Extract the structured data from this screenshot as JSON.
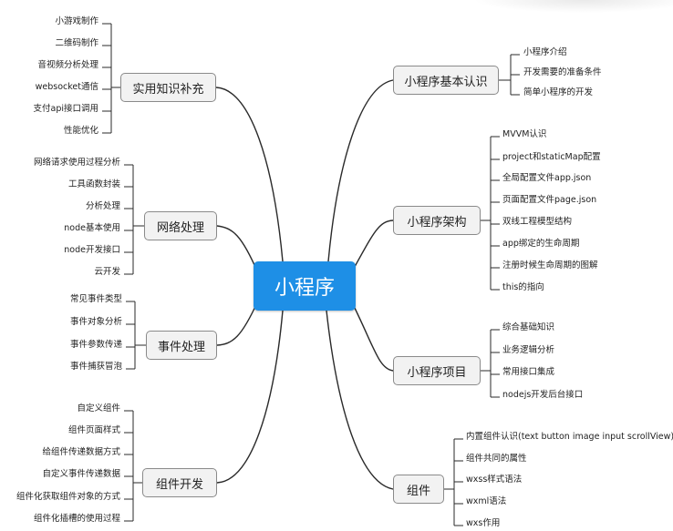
{
  "root": {
    "label": "小程序"
  },
  "branches": {
    "jiben": {
      "label": "小程序基本认识",
      "items": [
        "小程序介绍",
        "开发需要的准备条件",
        "简单小程序的开发"
      ]
    },
    "jiagou": {
      "label": "小程序架构",
      "items": [
        "MVVM认识",
        "project和staticMap配置",
        "全局配置文件app.json",
        "页面配置文件page.json",
        "双线工程模型结构",
        "app绑定的生命周期",
        "注册时候生命周期的图解",
        "this的指向"
      ]
    },
    "xiangmu": {
      "label": "小程序项目",
      "items": [
        "综合基础知识",
        "业务逻辑分析",
        "常用接口集成",
        "nodejs开发后台接口"
      ]
    },
    "zujian": {
      "label": "组件",
      "items": [
        "内置组件认识(text button image input scrollView)",
        "组件共同的属性",
        "wxss样式语法",
        "wxml语法",
        "wxs作用"
      ]
    },
    "shiyong": {
      "label": "实用知识补充",
      "items": [
        "小游戏制作",
        "二维码制作",
        "音视频分析处理",
        "websocket通信",
        "支付api接口调用",
        "性能优化"
      ]
    },
    "wangluo": {
      "label": "网络处理",
      "items": [
        "网络请求使用过程分析",
        "工具函数封装",
        "分析处理",
        "node基本使用",
        "node开发接口",
        "云开发"
      ]
    },
    "shijian": {
      "label": "事件处理",
      "items": [
        "常见事件类型",
        "事件对象分析",
        "事件参数传递",
        "事件捕获冒泡"
      ]
    },
    "zujiankaifa": {
      "label": "组件开发",
      "items": [
        "自定义组件",
        "组件页面样式",
        "给组件传递数据方式",
        "自定义事件传递数据",
        "组件化获取组件对象的方式",
        "组件化插槽的使用过程"
      ]
    }
  }
}
